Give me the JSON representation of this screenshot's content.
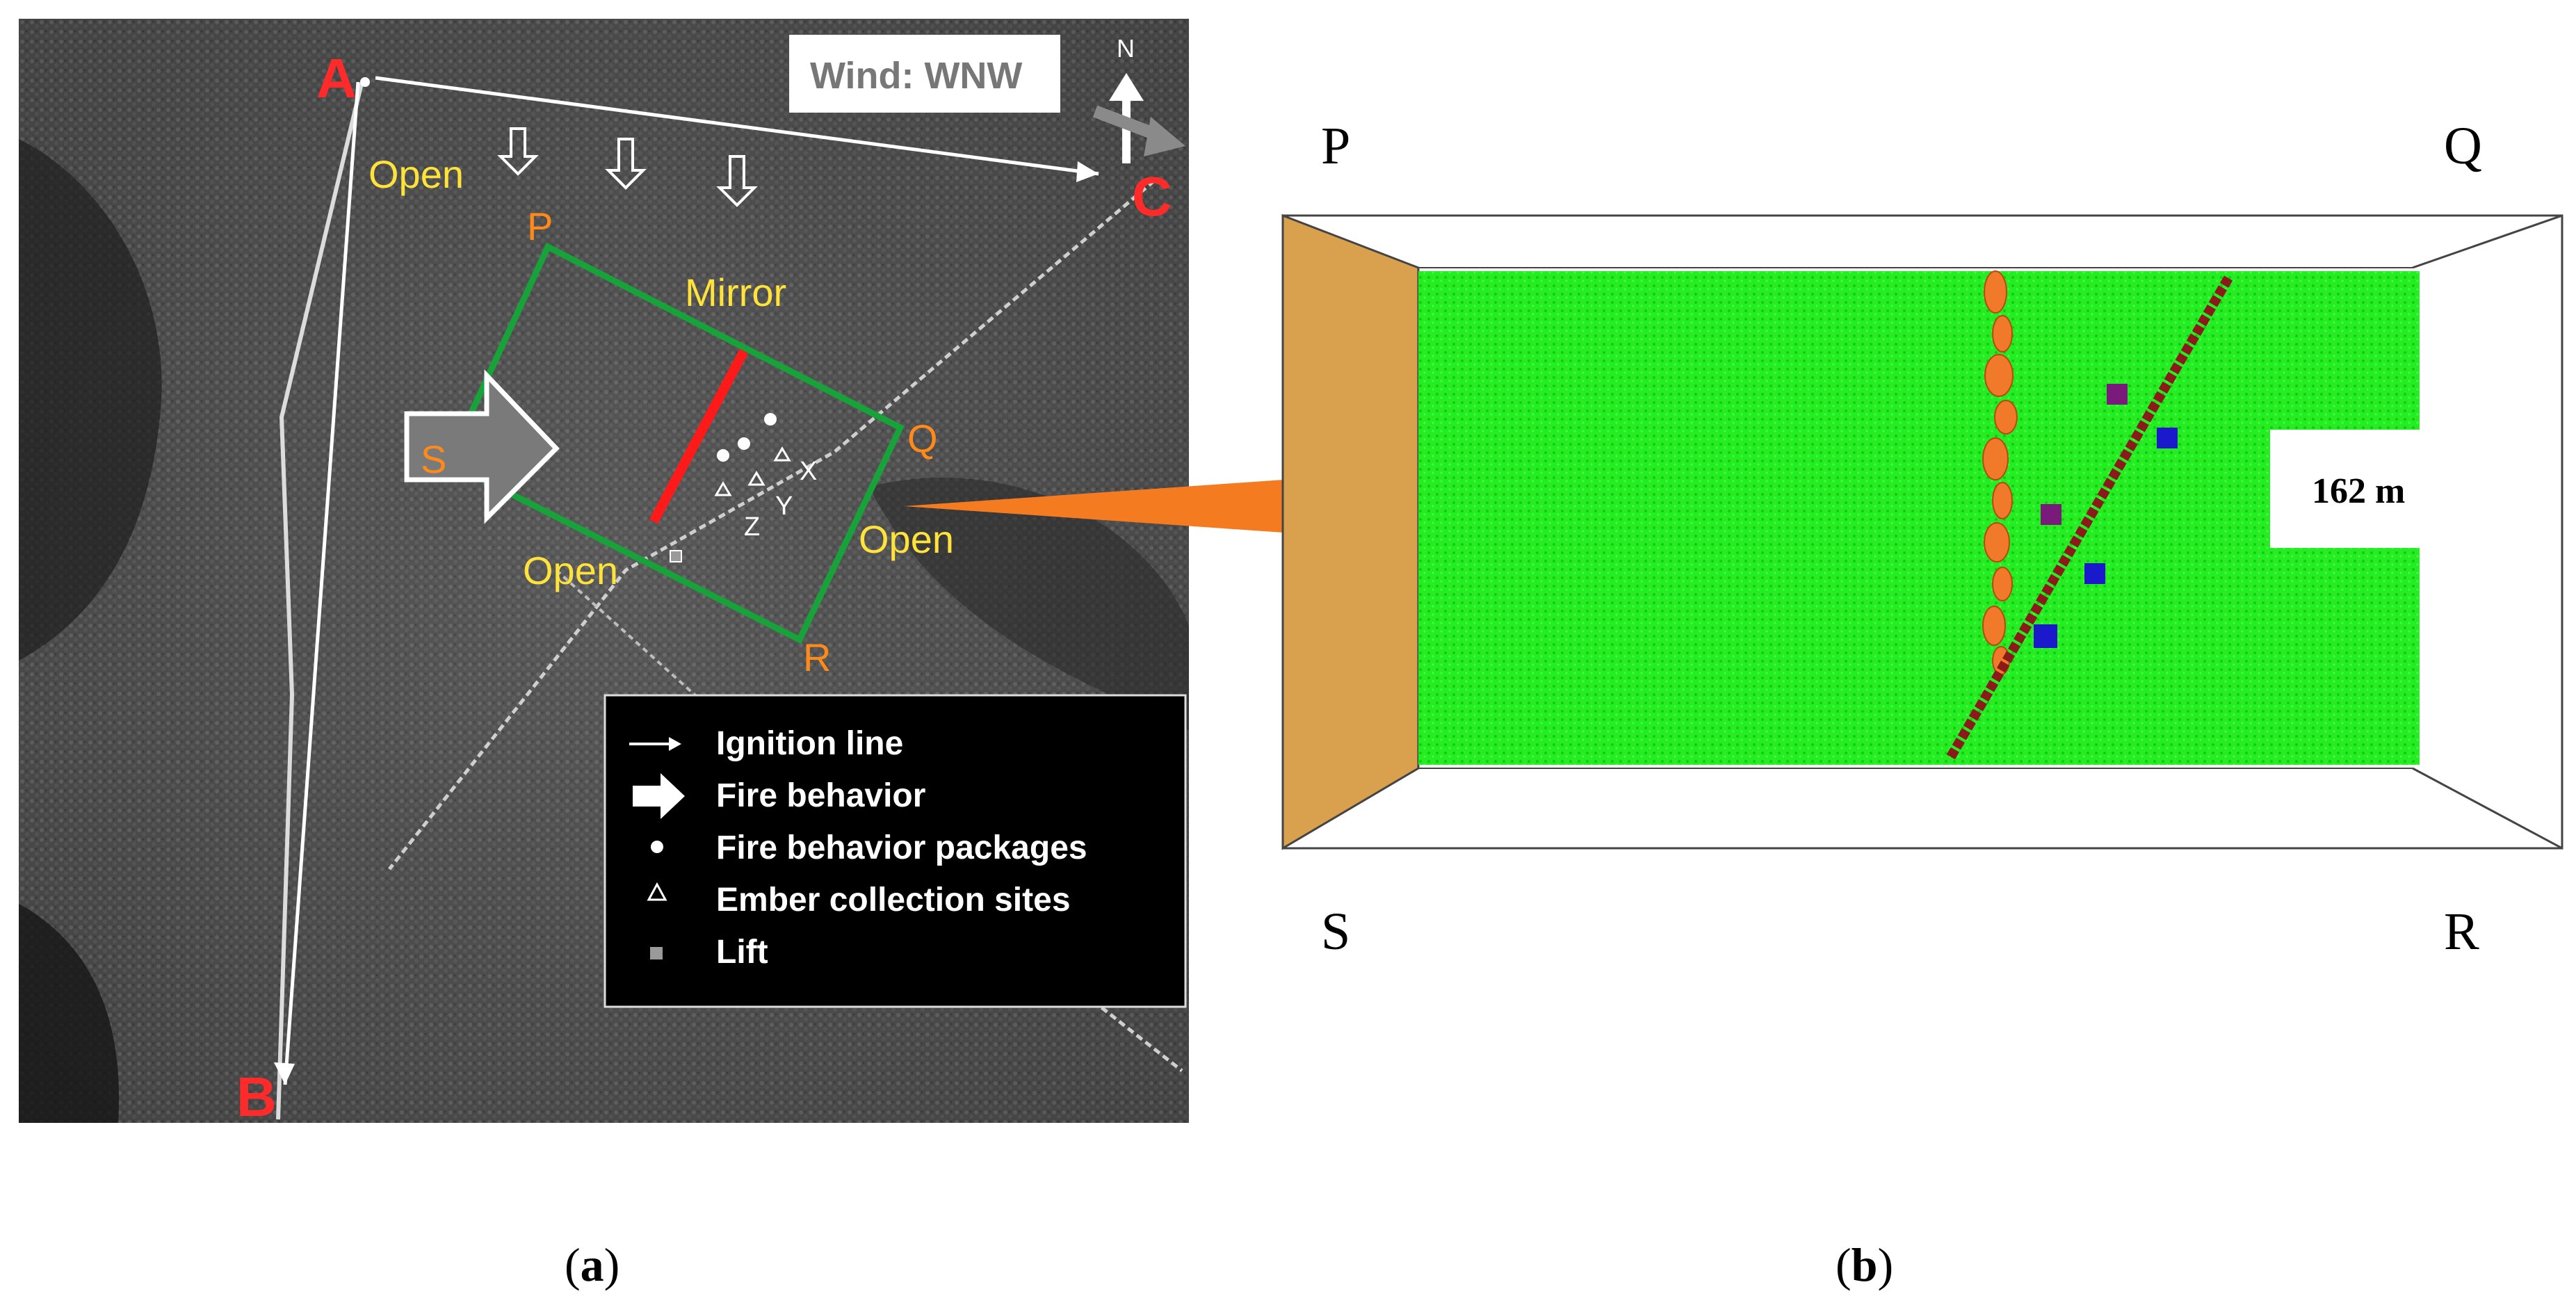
{
  "panel_a": {
    "corner_labels": {
      "A": "A",
      "B": "B",
      "C": "C"
    },
    "plot_labels": {
      "P": "P",
      "Q": "Q",
      "R": "R",
      "S": "S"
    },
    "open_labels": [
      "Open",
      "Open",
      "Open"
    ],
    "mirror_label": "Mirror",
    "site_labels": {
      "X": "X",
      "Y": "Y",
      "Z": "Z"
    },
    "wind_label": "Wind: WNW",
    "north_label": "N",
    "legend": [
      {
        "icon": "arrow-icon",
        "label": "Ignition line"
      },
      {
        "icon": "fire-behavior-arrow-icon",
        "label": "Fire behavior"
      },
      {
        "icon": "dot-icon",
        "label": "Fire behavior packages"
      },
      {
        "icon": "triangle-icon",
        "label": "Ember collection sites"
      },
      {
        "icon": "square-icon",
        "label": "Lift"
      }
    ],
    "colors": {
      "label_red": "#ff2a2a",
      "label_yellow": "#ffe23a",
      "label_orange": "#ff8a1a",
      "plot_green": "#17a23a",
      "mirror_red": "#ff1a1a"
    }
  },
  "panel_b": {
    "corner_labels": {
      "P": "P",
      "Q": "Q",
      "R": "R",
      "S": "S"
    },
    "dimension_label": "162 m",
    "colors": {
      "vegetation": "#22ee22",
      "wall": "#d9a04e",
      "burn_line": "#8b1a1a",
      "fire": "#f07a2a",
      "blue_site": "#1a1acc",
      "purple_site": "#7a1a7a"
    }
  },
  "link_arrow_color": "#f47b20",
  "captions": {
    "a": "a",
    "b": "b"
  }
}
